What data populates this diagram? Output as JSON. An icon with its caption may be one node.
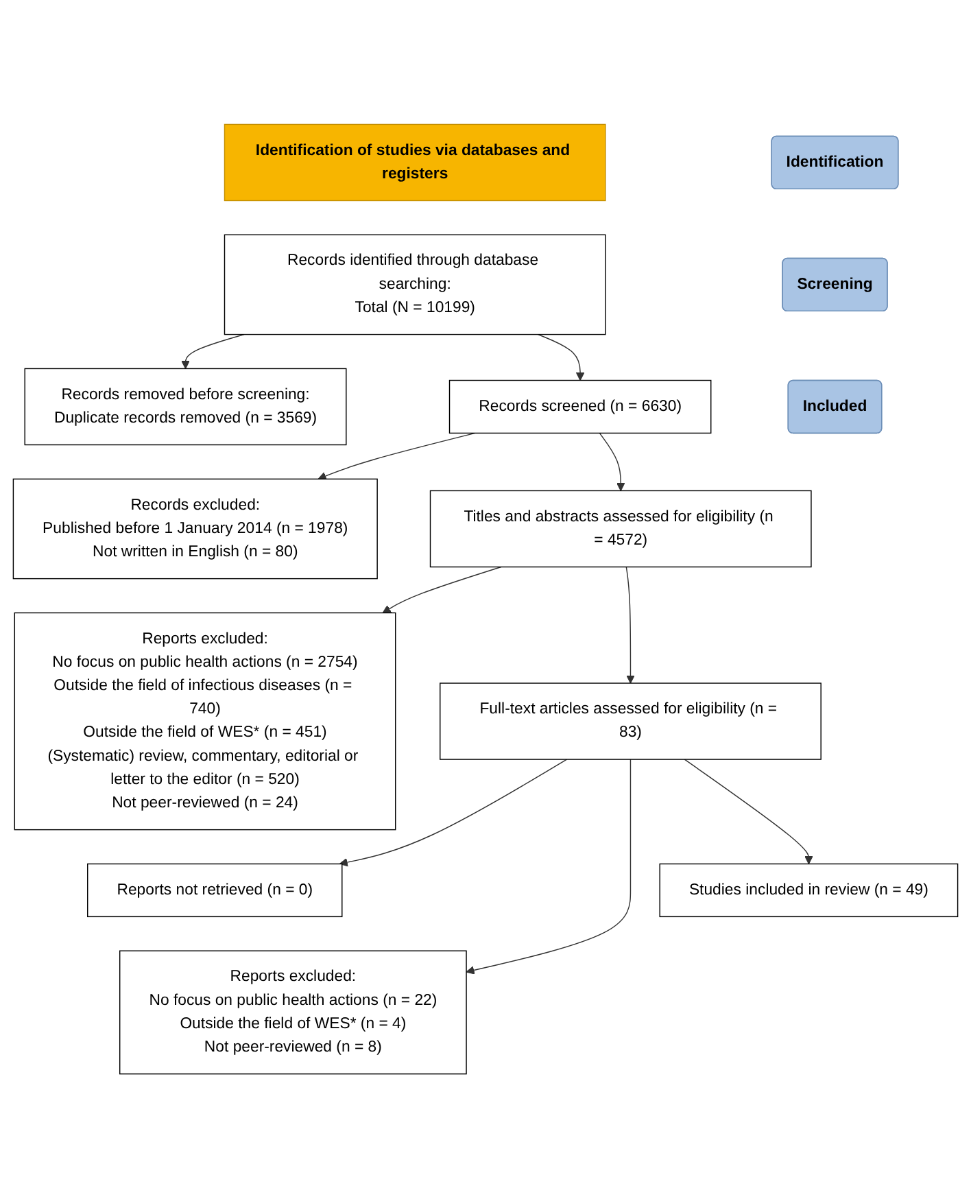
{
  "diagram": {
    "nodes": [
      {
        "text": [
          "Identification of studies via databases and registers"
        ]
      },
      {
        "text": [
          "Identification"
        ]
      },
      {
        "text": [
          "Screening"
        ]
      },
      {
        "text": [
          "Included"
        ]
      },
      {
        "text": [
          "Records identified through database searching:",
          "Total (N = 10199)"
        ]
      },
      {
        "text": [
          "Records removed before screening:",
          "Duplicate records removed (n = 3569)"
        ]
      },
      {
        "text": [
          "Records screened (n = 6630)"
        ]
      },
      {
        "text": [
          "Records excluded:",
          "Published before 1 January 2014 (n = 1978)",
          "Not written in English (n = 80)"
        ]
      },
      {
        "text": [
          "Titles and abstracts assessed for eligibility (n = 4572)"
        ]
      },
      {
        "text": [
          "Reports excluded:",
          "No focus on public health actions (n = 2754)",
          "Outside the field of infectious diseases (n = 740)",
          "Outside the field of WES* (n = 451)",
          "(Systematic) review, commentary, editorial or letter to the editor (n = 520)",
          "Not peer-reviewed (n = 24)"
        ]
      },
      {
        "text": [
          "Full-text articles assessed for eligibility (n = 83)"
        ]
      },
      {
        "text": [
          "Reports not retrieved (n = 0)"
        ]
      },
      {
        "text": [
          "Reports excluded:",
          "No focus on public health actions (n = 22)",
          "Outside the field of WES* (n = 4)",
          "Not peer-reviewed (n = 8)"
        ]
      },
      {
        "text": [
          "Studies included in review (n = 49)"
        ]
      }
    ],
    "edges": [
      {
        "from": 4,
        "to": 5,
        "arrow": "to"
      },
      {
        "from": 4,
        "to": 6,
        "arrow": "to"
      },
      {
        "from": 6,
        "to": 7,
        "arrow": "to"
      },
      {
        "from": 6,
        "to": 8,
        "arrow": "to"
      },
      {
        "from": 8,
        "to": 9,
        "arrow": "to"
      },
      {
        "from": 8,
        "to": 10,
        "arrow": "to"
      },
      {
        "from": 10,
        "to": 11,
        "arrow": "to"
      },
      {
        "from": 10,
        "to": 12,
        "arrow": "to"
      },
      {
        "from": 10,
        "to": 13,
        "arrow": "to"
      }
    ]
  }
}
